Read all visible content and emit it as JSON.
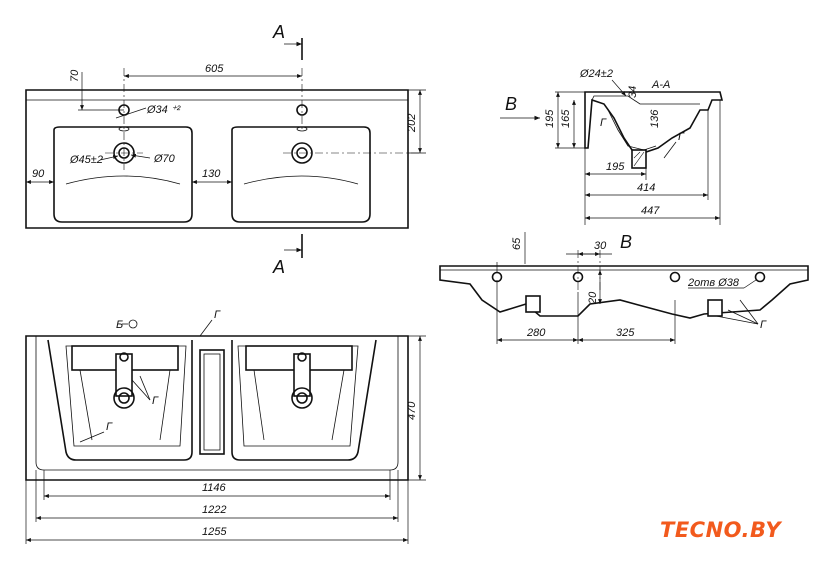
{
  "drawing": {
    "top_view": {
      "dims": {
        "offset_70": "70",
        "spacing_605": "605",
        "hole_34": "Ø34 ⁺²",
        "hole_45": "Ø45±2",
        "hole_70": "Ø70",
        "edge_90": "90",
        "gap_130": "130",
        "depth_202": "202"
      },
      "section_mark": "A"
    },
    "section_aa": {
      "title": "A-A",
      "view_b": "B",
      "dims": {
        "hole_24": "Ø24±2",
        "d34": "34",
        "d136": "136",
        "h195": "195",
        "h165": "165",
        "w195": "195",
        "w414": "414",
        "w447": "447"
      },
      "mark_g": "Г"
    },
    "view_b_drawing": {
      "title": "B",
      "dims": {
        "d65": "65",
        "d30": "30",
        "d20": "20",
        "holes": "2отв Ø38",
        "d280": "280",
        "d325": "325"
      },
      "mark_g": "Г"
    },
    "bottom_view": {
      "mark_bo": "Б",
      "mark_g": "Г",
      "dims": {
        "w1146": "1146",
        "w1222": "1222",
        "w1255": "1255",
        "h470": "470"
      }
    }
  },
  "brand": {
    "logo_text": "TECNO.BY",
    "color": "#f25a1d"
  }
}
